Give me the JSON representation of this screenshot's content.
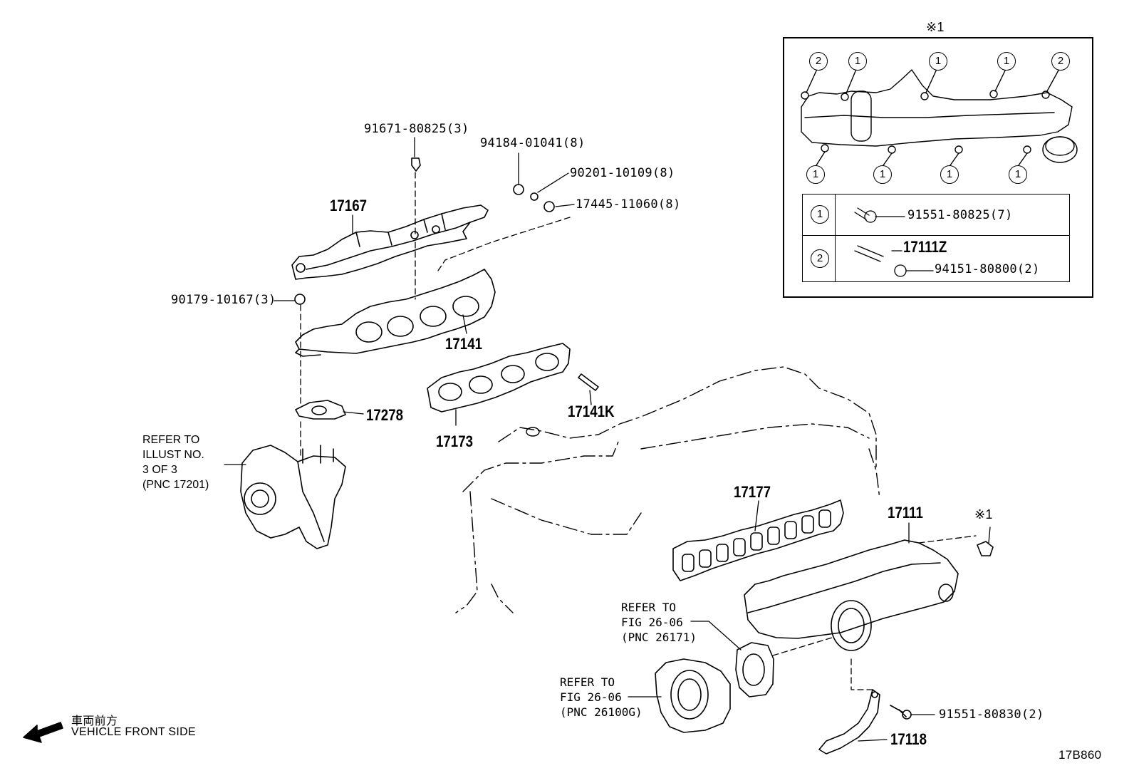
{
  "diagram_code": "17B860",
  "front_side": {
    "japanese": "車両前方",
    "english": "VEHICLE FRONT SIDE"
  },
  "inset": {
    "mark": "※1",
    "callout_circles": [
      "2",
      "1",
      "1",
      "1",
      "2",
      "1",
      "1",
      "1",
      "1"
    ],
    "legend": [
      {
        "key": "1",
        "part": "91551-80825(7)"
      },
      {
        "key": "2",
        "part": "17111Z",
        "sub_part": "94151-80800(2)"
      }
    ]
  },
  "parts": {
    "p1": "91671-80825(3)",
    "p2": "94184-01041(8)",
    "p3": "90201-10109(8)",
    "p4": "17445-11060(8)",
    "p5": "17167",
    "p6": "90179-10167(3)",
    "p7": "17141",
    "p8": "17278",
    "p9": "17173",
    "p10": "17141K",
    "p11": "17177",
    "p12": "17111",
    "p13": "※1",
    "p14": "91551-80830(2)",
    "p15": "17118"
  },
  "refs": {
    "r1": "REFER TO\nILLUST NO.\n3 OF 3\n(PNC 17201)",
    "r2": "REFER TO\nFIG 26-06\n(PNC 26171)",
    "r3": "REFER TO\nFIG 26-06\n(PNC 26100G)"
  }
}
